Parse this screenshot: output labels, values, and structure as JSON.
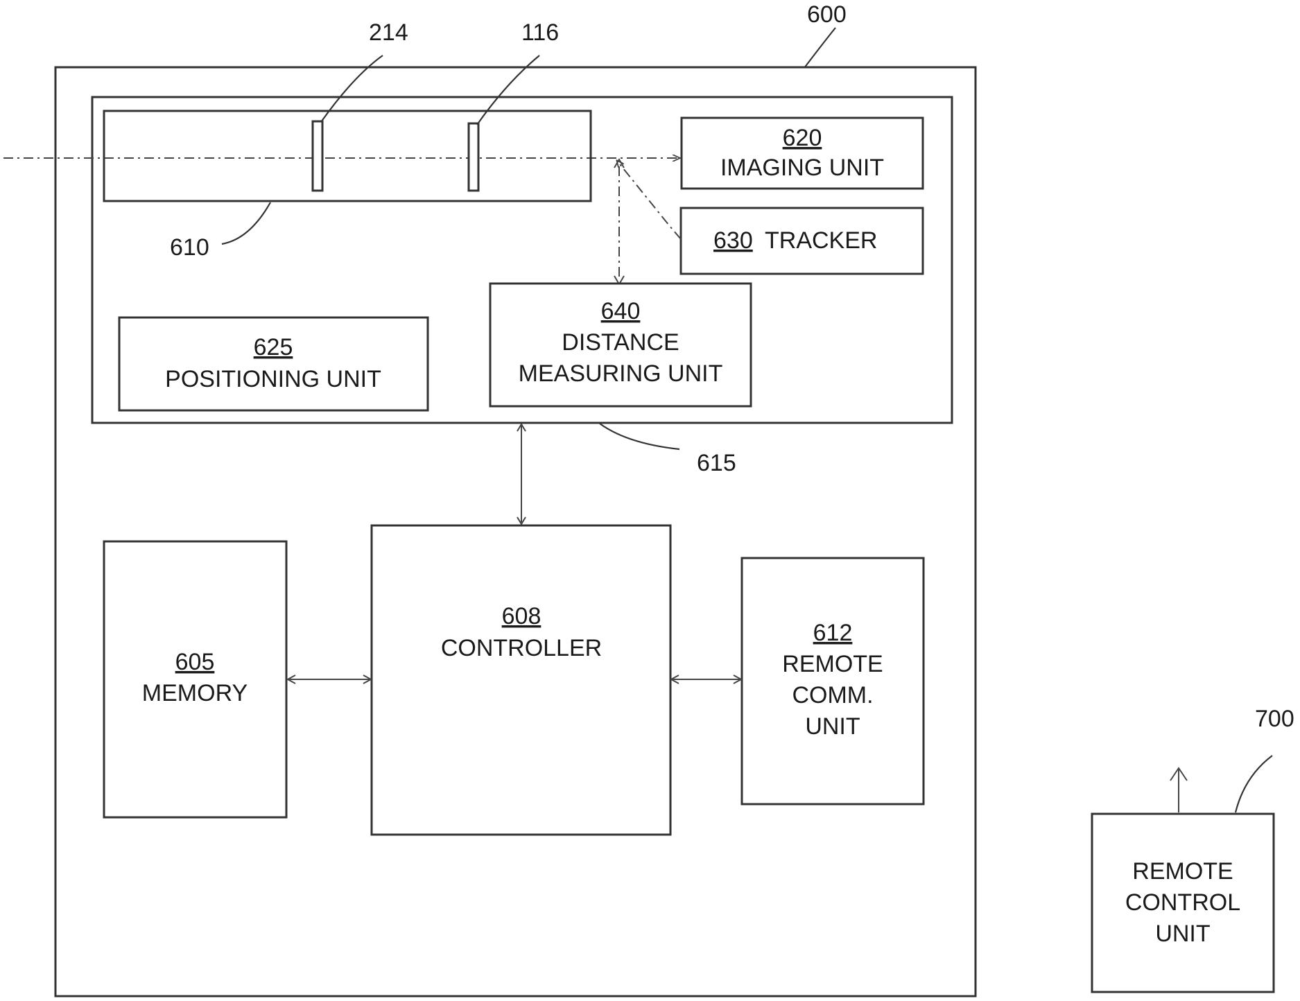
{
  "refs": {
    "device": "600",
    "element_214": "214",
    "element_116": "116",
    "optical_path": "610",
    "module": "615",
    "remote_unit": "700"
  },
  "blocks": {
    "imaging": {
      "num": "620",
      "label": "IMAGING UNIT"
    },
    "tracker": {
      "num": "630",
      "label": "TRACKER"
    },
    "distance": {
      "num": "640",
      "line1": "DISTANCE",
      "line2": "MEASURING UNIT"
    },
    "positioning": {
      "num": "625",
      "label": "POSITIONING UNIT"
    },
    "controller": {
      "num": "608",
      "label": "CONTROLLER"
    },
    "memory": {
      "num": "605",
      "label": "MEMORY"
    },
    "remote_comm": {
      "num": "612",
      "line1": "REMOTE",
      "line2": "COMM.",
      "line3": "UNIT"
    },
    "remote_control": {
      "line1": "REMOTE",
      "line2": "CONTROL",
      "line3": "UNIT"
    }
  }
}
